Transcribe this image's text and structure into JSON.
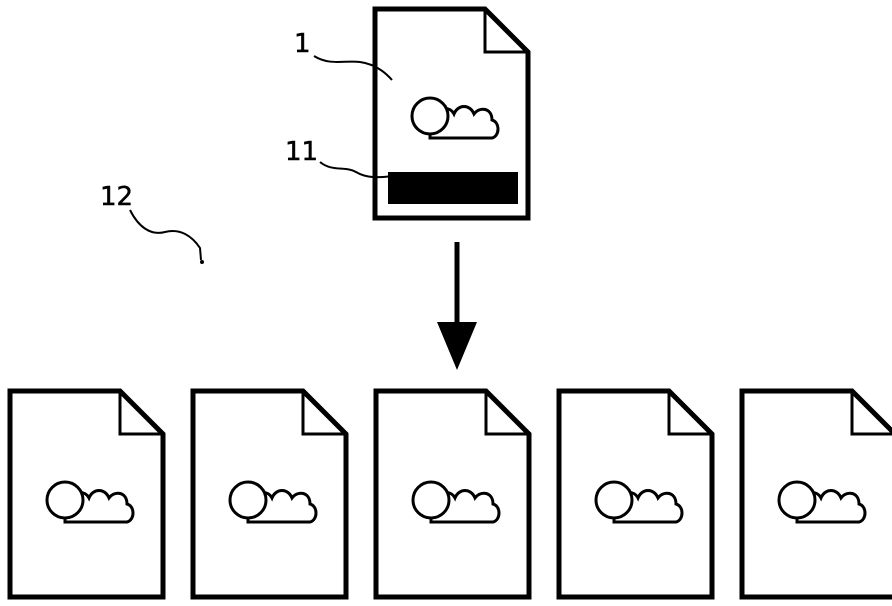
{
  "diagram": {
    "labels": {
      "source_document": "1",
      "marker_bar": "11",
      "collection": "12"
    },
    "copies_count_shown": 5,
    "colors": {
      "ink": "#000000",
      "paper": "#ffffff"
    },
    "icons": {
      "document": "document-icon",
      "content_symbol": "circle-cloud-icon",
      "marker": "black-bar",
      "flow": "arrow-down-icon"
    }
  }
}
